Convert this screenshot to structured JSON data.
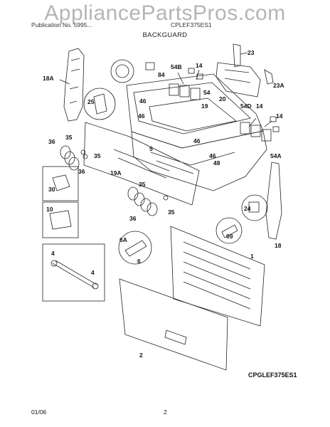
{
  "header": {
    "watermark": "AppliancePartsPros.com",
    "publication": "Publication No. 5995...",
    "model": "CPLEF375ES1",
    "section_title": "BACKGUARD"
  },
  "callouts": {
    "c1": "1",
    "c2": "2",
    "c4a": "4",
    "c4b": "4",
    "c5": "5",
    "c6": "6",
    "c6a": "6A",
    "c10": "10",
    "c14a": "14",
    "c14b": "14",
    "c14c": "14",
    "c18": "18",
    "c18a": "18A",
    "c19": "19",
    "c19a": "19A",
    "c20": "20",
    "c23": "23",
    "c23a": "23A",
    "c24": "24",
    "c25": "25",
    "c30": "30",
    "c35a": "35",
    "c35b": "35",
    "c35c": "35",
    "c36a": "36",
    "c36b": "36",
    "c36c": "36",
    "c46a": "46",
    "c46b": "46",
    "c46c": "46",
    "c48": "48",
    "c54a": "54",
    "c54b": "54B",
    "c54c": "54A",
    "c54d": "54D",
    "c69": "69",
    "c84": "84"
  },
  "footer": {
    "diagram_code": "CPGLEF375ES1",
    "date": "01/06",
    "page": "2"
  }
}
